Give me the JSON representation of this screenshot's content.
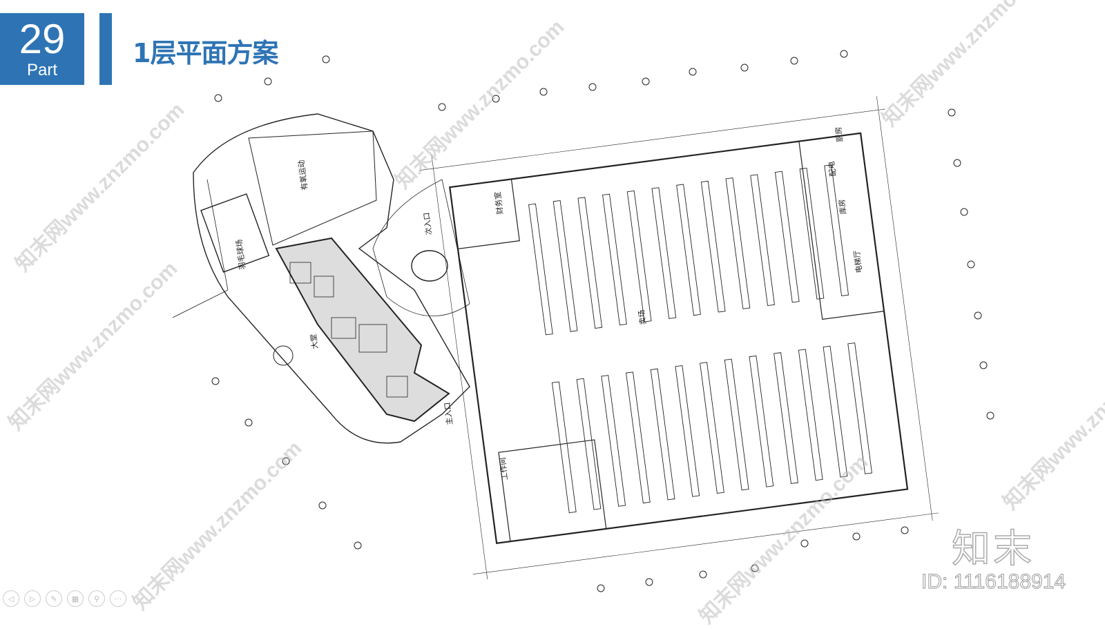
{
  "slide": {
    "part_number": "29",
    "part_label": "Part",
    "title": "1层平面方案"
  },
  "plan": {
    "rooms": {
      "sales_floor": "卖场",
      "kitchen": "厨房",
      "storage": "库房",
      "power": "配电",
      "elevator_hall": "电梯厅",
      "finance": "财务室",
      "workroom": "工作间",
      "lobby": "大堂",
      "main_entrance": "主入口",
      "side_entrance": "次入口",
      "badminton": "羽毛球场",
      "aerobics": "有氧运动"
    }
  },
  "watermark": {
    "text": "知末网www.znzmo.com",
    "logo": "知末",
    "id": "ID: 1116188914"
  },
  "controls": [
    {
      "name": "previous",
      "glyph": "◁"
    },
    {
      "name": "next",
      "glyph": "▷"
    },
    {
      "name": "pen",
      "glyph": "✎"
    },
    {
      "name": "slides",
      "glyph": "▦"
    },
    {
      "name": "zoom",
      "glyph": "⚲"
    },
    {
      "name": "more",
      "glyph": "···"
    }
  ]
}
